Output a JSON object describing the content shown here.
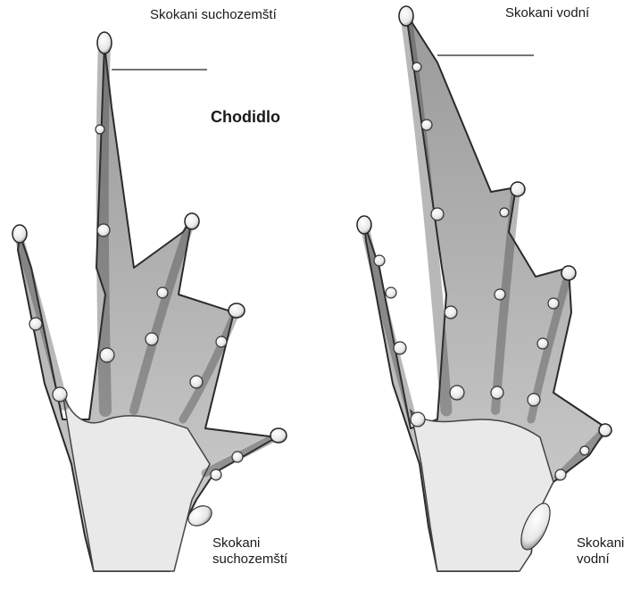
{
  "labels": {
    "top_left": "Skokani suchozemští",
    "top_right": "Skokani vodní",
    "center": "Chodidlo",
    "bottom_left": [
      "Skokani",
      "suchozemští"
    ],
    "bottom_right": [
      "Skokani",
      "vodní"
    ]
  },
  "colors": {
    "ink": "#1a1a1a",
    "web": "#b4b4b4",
    "skin": "#e9e9e9",
    "tubercle": "#f7f7f7"
  }
}
